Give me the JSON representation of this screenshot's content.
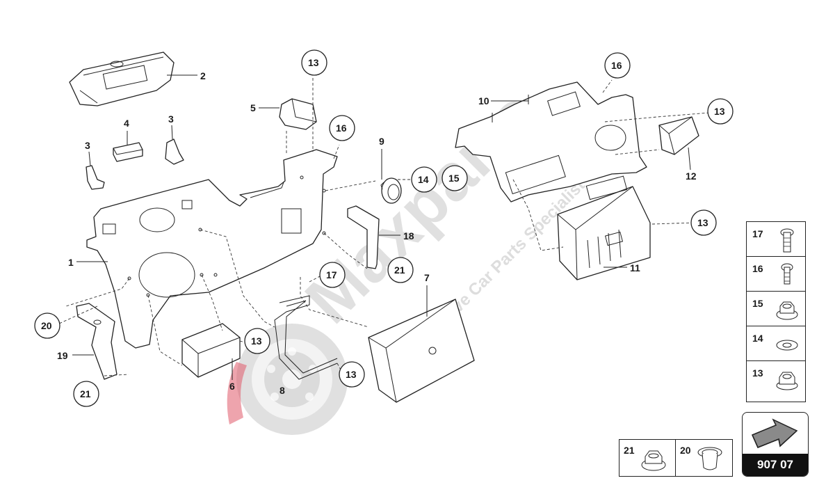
{
  "diagram": {
    "part_numbers": [
      "1",
      "2",
      "3",
      "3",
      "4",
      "5",
      "6",
      "7",
      "8",
      "9",
      "10",
      "11",
      "12",
      "18",
      "19"
    ],
    "callouts": [
      "13",
      "13",
      "13",
      "13",
      "13",
      "16",
      "16",
      "14",
      "15",
      "17",
      "21",
      "20",
      "21"
    ],
    "watermark_brand": "Maxparts",
    "watermark_tagline": "Exclusive Car Parts Specialist"
  },
  "legend": {
    "items": [
      {
        "number": "17",
        "icon": "screw-torx-long-icon"
      },
      {
        "number": "16",
        "icon": "screw-torx-short-icon"
      },
      {
        "number": "15",
        "icon": "flange-nut-icon"
      },
      {
        "number": "14",
        "icon": "washer-icon"
      },
      {
        "number": "13",
        "icon": "hex-nut-icon"
      }
    ],
    "bottom": [
      {
        "number": "21",
        "icon": "hex-flange-nut-icon"
      },
      {
        "number": "20",
        "icon": "grommet-icon"
      }
    ]
  },
  "page": {
    "code": "907 07",
    "arrow_icon": "next-page-arrow-icon"
  },
  "colors": {
    "line": "#222222",
    "watermark": "#c7c7c7",
    "watermark_accent": "#e05a6a",
    "badge_bg": "#111111"
  }
}
